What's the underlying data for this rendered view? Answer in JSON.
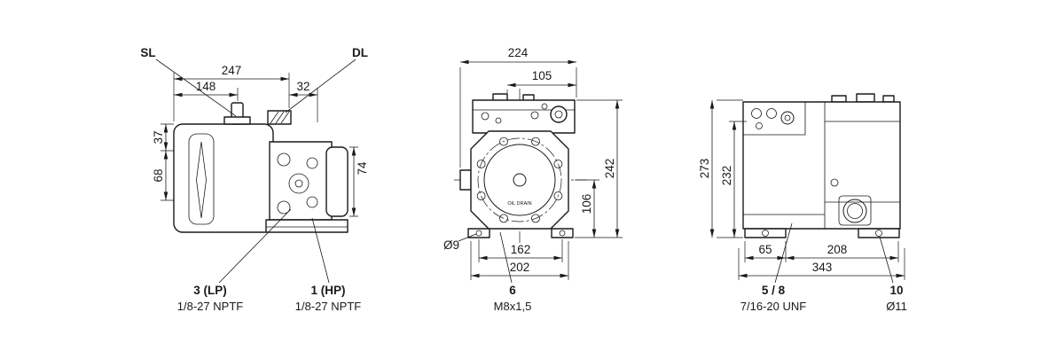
{
  "colors": {
    "line": "#1a1a1a",
    "background": "#ffffff"
  },
  "views": {
    "side": {
      "ports": {
        "suction": "SL",
        "discharge": "DL"
      },
      "dims": {
        "total_width": "247",
        "suction_offset": "148",
        "discharge_offset": "32",
        "height_top": "37",
        "height_mid": "68",
        "head_height": "74"
      },
      "callouts": {
        "lp": {
          "num": "3 (LP)",
          "thread": "1/8-27 NPTF"
        },
        "hp": {
          "num": "1 (HP)",
          "thread": "1/8-27 NPTF"
        }
      }
    },
    "front": {
      "dims": {
        "total_width": "224",
        "upper_width": "105",
        "total_height": "242",
        "center_height": "106",
        "foot_hole_spacing": "162",
        "foot_width": "202",
        "foot_hole_dia": "Ø9"
      },
      "oil_drain": "OIL DRAIN",
      "callouts": {
        "oil_drain_plug": {
          "num": "6",
          "thread": "M8x1,5"
        }
      }
    },
    "rear": {
      "dims": {
        "total_height": "273",
        "body_height": "232",
        "foot_offset": "65",
        "foot_hole_spacing": "208",
        "total_length": "343"
      },
      "callouts": {
        "oil_ports": {
          "num": "5 / 8",
          "thread": "7/16-20 UNF"
        },
        "mounting_holes": {
          "num": "10",
          "thread": "Ø11"
        }
      }
    }
  }
}
